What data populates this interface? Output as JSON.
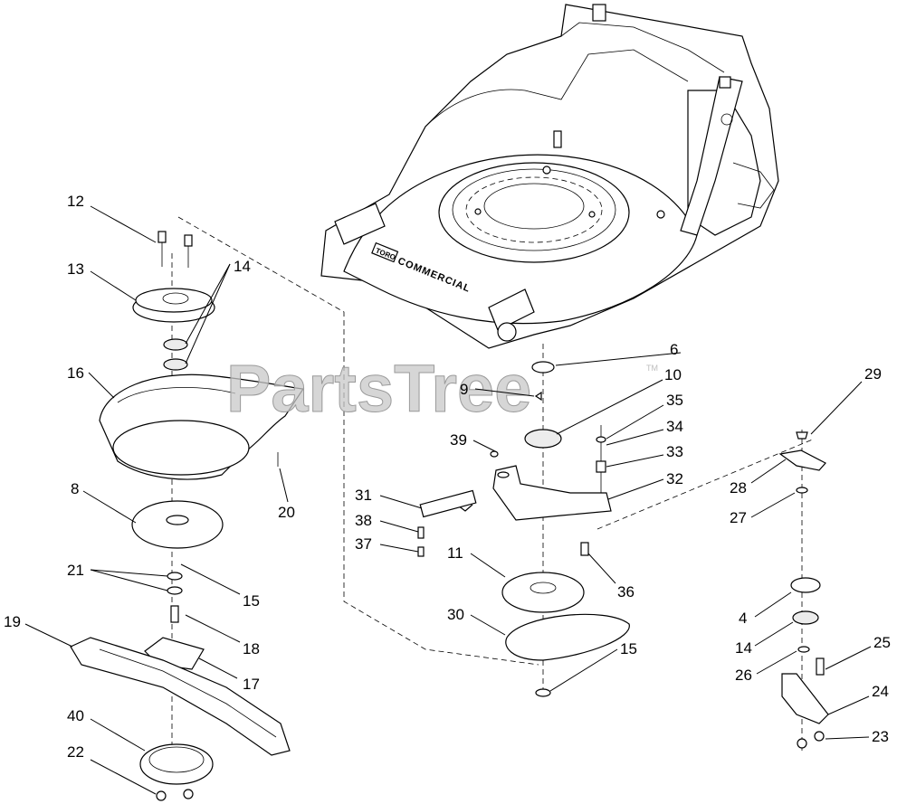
{
  "watermark": {
    "text": "PartsTree",
    "tm": "TM"
  },
  "deck_logo": {
    "brand": "TORO",
    "model": "COMMERCIAL"
  },
  "callouts": [
    {
      "id": "c12",
      "text": "12"
    },
    {
      "id": "c13",
      "text": "13"
    },
    {
      "id": "c14a",
      "text": "14"
    },
    {
      "id": "c16",
      "text": "16"
    },
    {
      "id": "c20",
      "text": "20"
    },
    {
      "id": "c8",
      "text": "8"
    },
    {
      "id": "c21",
      "text": "21"
    },
    {
      "id": "c15a",
      "text": "15"
    },
    {
      "id": "c18",
      "text": "18"
    },
    {
      "id": "c19",
      "text": "19"
    },
    {
      "id": "c17",
      "text": "17"
    },
    {
      "id": "c40",
      "text": "40"
    },
    {
      "id": "c22",
      "text": "22"
    },
    {
      "id": "c6",
      "text": "6"
    },
    {
      "id": "c10",
      "text": "10"
    },
    {
      "id": "c9",
      "text": "9"
    },
    {
      "id": "c35",
      "text": "35"
    },
    {
      "id": "c34",
      "text": "34"
    },
    {
      "id": "c39",
      "text": "39"
    },
    {
      "id": "c33",
      "text": "33"
    },
    {
      "id": "c32",
      "text": "32"
    },
    {
      "id": "c31",
      "text": "31"
    },
    {
      "id": "c38",
      "text": "38"
    },
    {
      "id": "c37",
      "text": "37"
    },
    {
      "id": "c11",
      "text": "11"
    },
    {
      "id": "c36",
      "text": "36"
    },
    {
      "id": "c30",
      "text": "30"
    },
    {
      "id": "c15b",
      "text": "15"
    },
    {
      "id": "c29",
      "text": "29"
    },
    {
      "id": "c28",
      "text": "28"
    },
    {
      "id": "c27",
      "text": "27"
    },
    {
      "id": "c4",
      "text": "4"
    },
    {
      "id": "c14b",
      "text": "14"
    },
    {
      "id": "c25",
      "text": "25"
    },
    {
      "id": "c26",
      "text": "26"
    },
    {
      "id": "c24",
      "text": "24"
    },
    {
      "id": "c23",
      "text": "23"
    }
  ]
}
